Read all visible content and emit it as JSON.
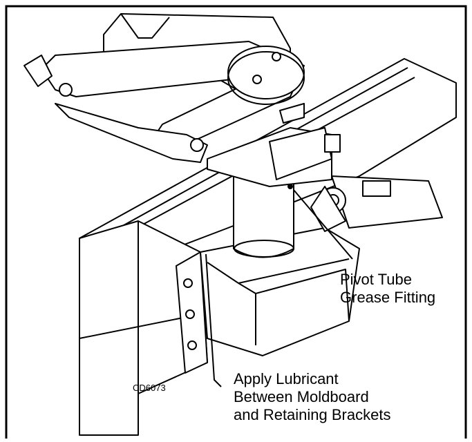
{
  "figure_id": "CD6073",
  "labels": {
    "pivot_line1": "Pivot Tube",
    "pivot_line2": "Grease Fitting",
    "lube_line1": "Apply Lubricant",
    "lube_line2": "Between Moldboard",
    "lube_line3": "and Retaining Brackets"
  },
  "colors": {
    "line": "#000000",
    "fill": "#ffffff",
    "shade": "#d9d9d9"
  }
}
